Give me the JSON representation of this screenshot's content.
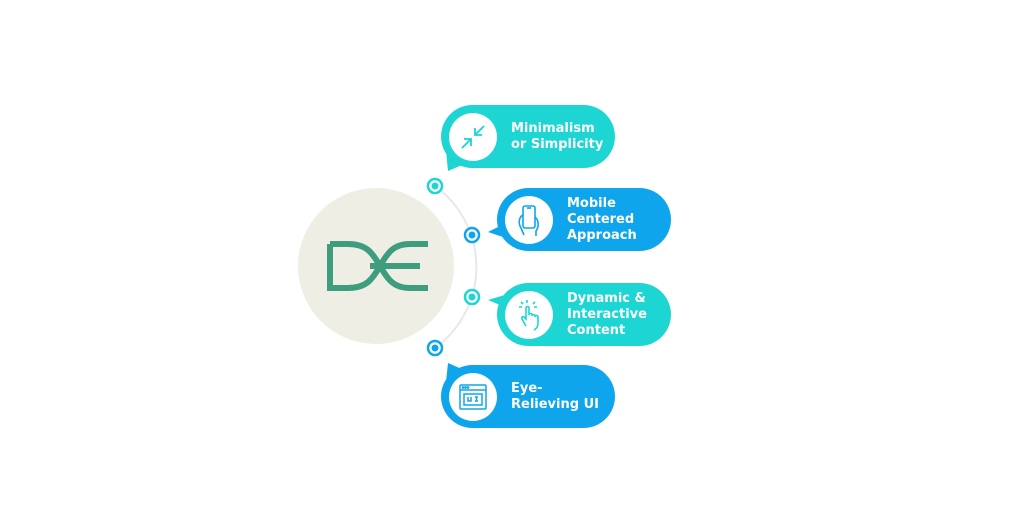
{
  "logo_text": "DE",
  "items": [
    {
      "lines": [
        "Minimalism",
        "or Simplicity"
      ],
      "icon": "arrows-in-icon",
      "color": "#1dd5d3"
    },
    {
      "lines": [
        "Mobile",
        "Centered",
        "Approach"
      ],
      "icon": "hand-phone-icon",
      "color": "#0ea5ec"
    },
    {
      "lines": [
        "Dynamic &",
        "Interactive",
        "Content"
      ],
      "icon": "tap-hand-icon",
      "color": "#1dd5d3"
    },
    {
      "lines": [
        "Eye-",
        "Relieving UI"
      ],
      "icon": "ui-window-icon",
      "color": "#0ea5ec"
    }
  ],
  "colors": {
    "logo": "#3d9d7e",
    "circle": "#efeee4",
    "arc": "#e6e6e6"
  }
}
